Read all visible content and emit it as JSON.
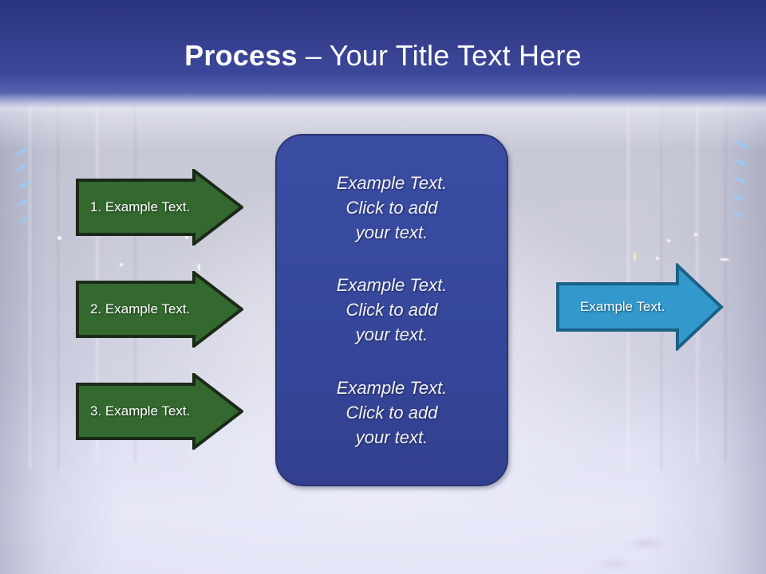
{
  "slide": {
    "title_bold": "Process",
    "title_separator": " – ",
    "title_rest": "Your Title Text Here"
  },
  "colors": {
    "header_blue": "#2b3480",
    "center_box_fill": "#36479b",
    "center_box_border": "#2b3470",
    "green_arrow_fill": "#33682f",
    "green_arrow_border": "#1b2a18",
    "cyan_arrow_fill": "#3399cc",
    "cyan_arrow_border": "#1b6186",
    "text_white": "#ffffff",
    "background_light": "#e4e5f6"
  },
  "input_steps": [
    {
      "label": "1. Example Text.",
      "name": "step-arrow-1"
    },
    {
      "label": "2. Example Text.",
      "name": "step-arrow-2"
    },
    {
      "label": "3. Example Text.",
      "name": "step-arrow-3"
    }
  ],
  "center": {
    "paragraphs": [
      "Example Text.\nClick  to add\nyour text.",
      "Example Text.\nClick  to add\nyour text.",
      "Example Text.\nClick  to add\nyour text."
    ]
  },
  "output": {
    "label": "Example Text."
  }
}
